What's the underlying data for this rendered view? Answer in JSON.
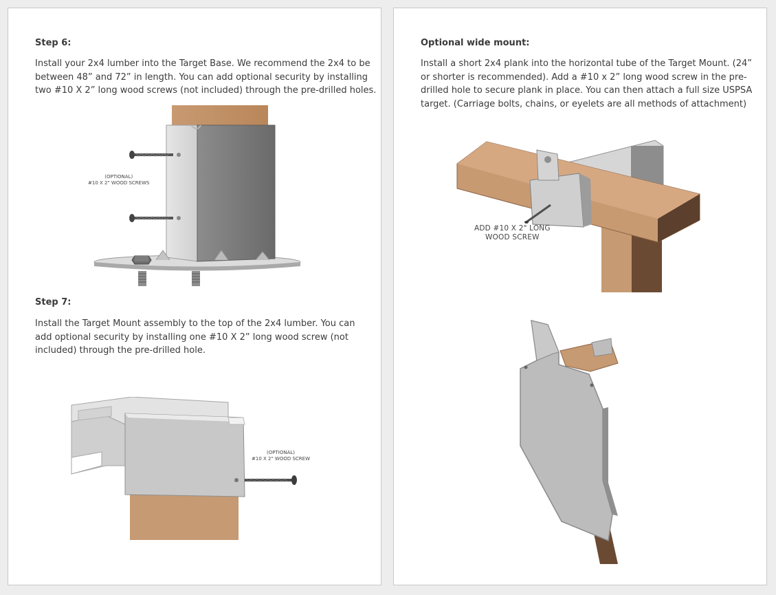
{
  "left_page": {
    "step6": {
      "heading": "Step 6:",
      "lines": [
        "Install your 2x4 lumber into the Target Base.  We recommend the 2x4 to be",
        "between 48” and 72” in length.  You can add optional security by installing",
        "two #10 X 2” long wood screws (not included) through the pre-drilled holes."
      ],
      "figure_callout": [
        "(OPTIONAL)",
        "#10 X 2\" WOOD SCREWS"
      ]
    },
    "step7": {
      "heading": "Step 7:",
      "lines": [
        "Install the Target Mount assembly to the top of the 2x4 lumber.  You can",
        "add optional security by installing one #10 X 2” long wood screw (not",
        "included) through the pre-drilled hole."
      ],
      "figure_callout": [
        "(OPTIONAL)",
        "#10 X 2\" WOOD SCREW"
      ]
    }
  },
  "right_page": {
    "optional_wide": {
      "heading": "Optional wide mount:",
      "lines": [
        "Install a short 2x4 plank into the horizontal tube of the Target Mount. (24”",
        "or shorter is recommended).  Add a #10 x 2” long wood screw in the pre-",
        "drilled hole to secure plank in place.  You can then attach a full size USPSA",
        "target.  (Carriage bolts, chains, or eyelets are all methods of attachment)"
      ],
      "figure_callout": [
        "ADD #10 X 2\" LONG",
        "WOOD SCREW"
      ]
    }
  },
  "colors": {
    "page_bg": "#ffffff",
    "canvas_bg": "#ededed",
    "wood_light": "#c8956a",
    "wood_dark": "#6b4a33",
    "metal_light": "#d9d9d9",
    "metal_dark": "#7a7a7a"
  }
}
